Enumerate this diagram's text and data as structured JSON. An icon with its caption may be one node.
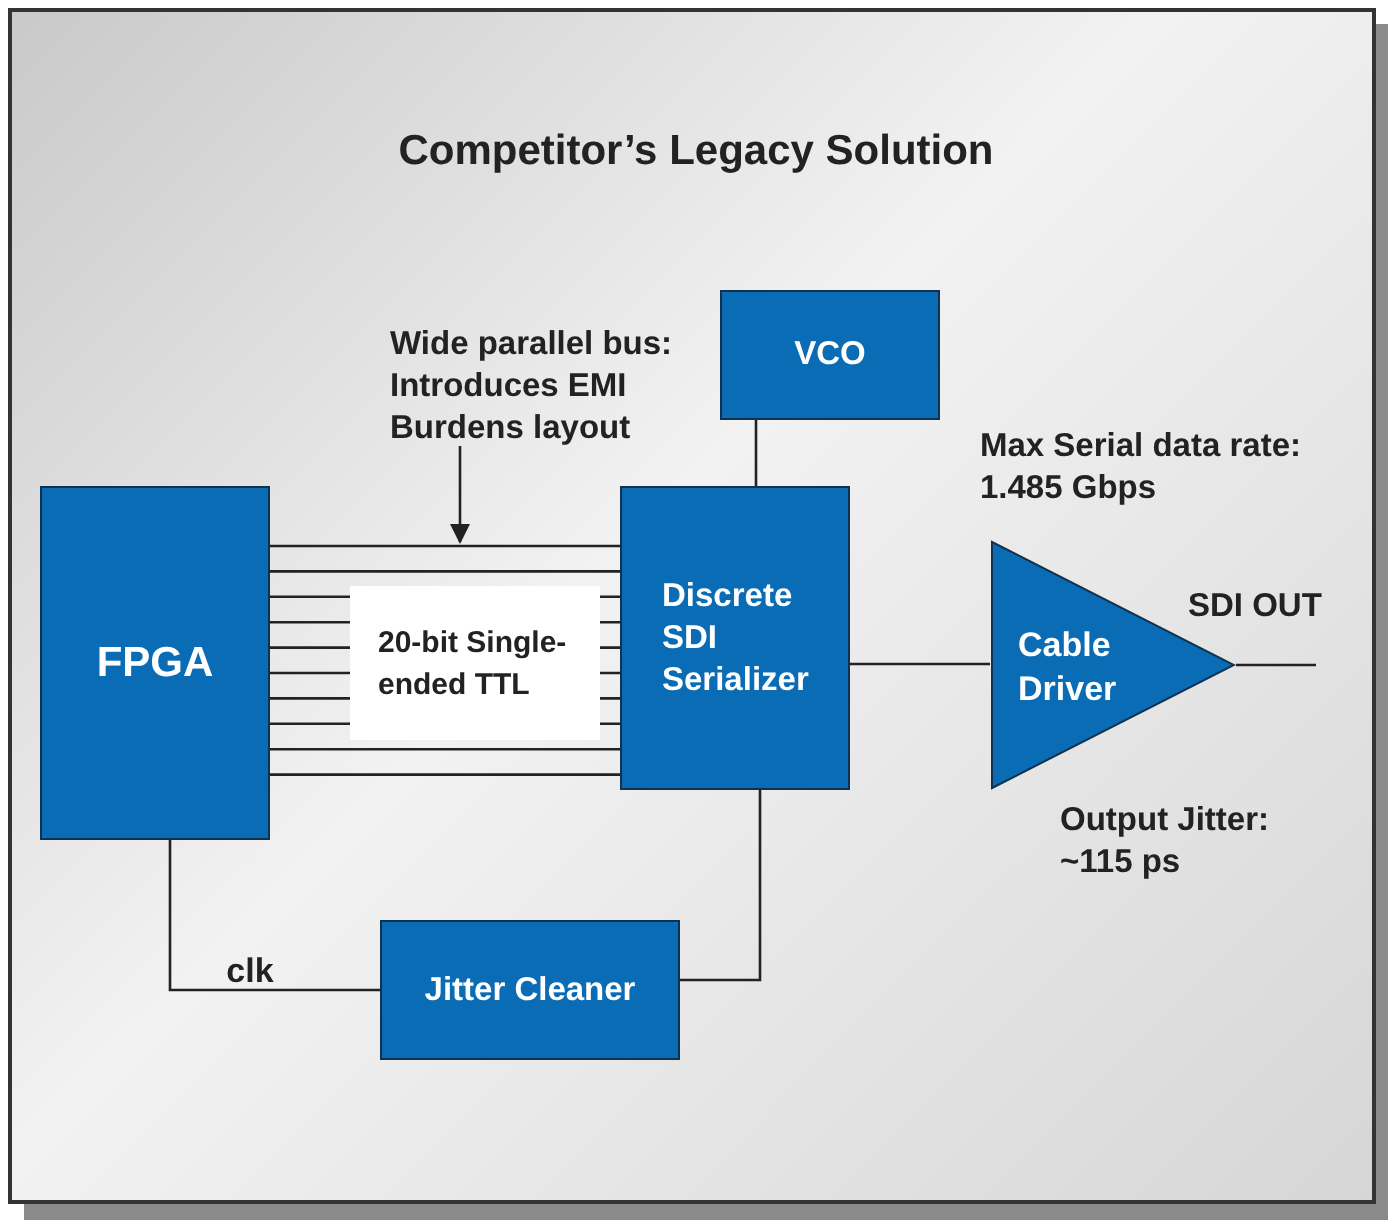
{
  "diagram": {
    "title": "Competitor’s Legacy Solution",
    "nodes": [
      {
        "text": [
          "FPGA"
        ]
      },
      {
        "text": [
          "20-bit Single-ended TTL"
        ]
      },
      {
        "text": [
          "Discrete SDI Serializer"
        ]
      },
      {
        "text": [
          "VCO"
        ]
      },
      {
        "text": [
          "Cable Driver"
        ]
      },
      {
        "text": [
          "Jitter Cleaner"
        ]
      },
      {
        "text": [
          "Wide parallel bus: Introduces EMI Burdens layout"
        ]
      }
    ],
    "edges": [
      {
        "from": 0,
        "to": 2,
        "arrow": "none"
      },
      {
        "from": 0,
        "to": 1,
        "arrow": "none"
      },
      {
        "from": 1,
        "to": 2,
        "arrow": "none"
      },
      {
        "from": 3,
        "to": 2,
        "arrow": "none"
      },
      {
        "from": 2,
        "to": 4,
        "arrow": "none"
      },
      {
        "from": 4,
        "to": null,
        "arrow": "none"
      },
      {
        "from": 0,
        "to": 5,
        "arrow": "none",
        "label": "clk"
      },
      {
        "from": 5,
        "to": 2,
        "arrow": "none"
      },
      {
        "from": 6,
        "to": 1,
        "arrow": "to"
      }
    ],
    "labels": [
      "Max Serial data rate: 1.485 Gbps",
      "SDI OUT",
      "Output Jitter: ~115 ps"
    ]
  }
}
